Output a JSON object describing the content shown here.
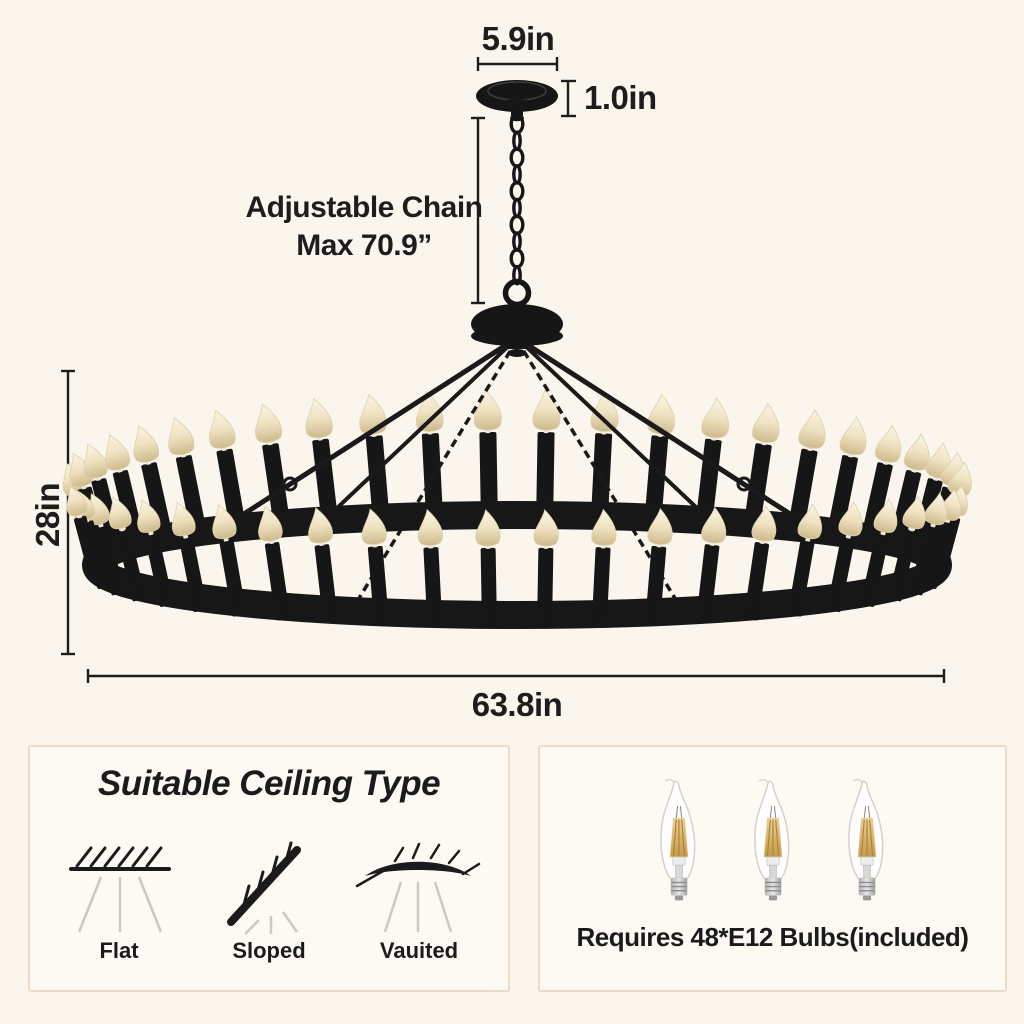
{
  "colors": {
    "background": "#fbf6ed",
    "panel_fill": "#fdfaf3",
    "panel_border": "#eddbc9",
    "metal_black": "#161616",
    "ring_black": "#171717",
    "dim_line": "#1d1d1d",
    "text": "#1b1b1b",
    "bulb_warm_light": "#f0e3c2",
    "ray_gray": "#cdc9c1",
    "filament_gold": "#d9b469",
    "bulb_base_silver": "#b9b9b9"
  },
  "dimensions": {
    "canopy_width": "5.9in",
    "canopy_height": "1.0in",
    "chain_label_line1": "Adjustable Chain",
    "chain_label_line2": "Max 70.9”",
    "fixture_height": "28in",
    "fixture_diameter": "63.8in"
  },
  "chandelier": {
    "style": "wagon-wheel-candle-chandelier",
    "total_bulbs": 48,
    "back_candle_count": 24,
    "front_candle_count": 24,
    "metal_color": "#161616"
  },
  "ceiling_box": {
    "title": "Suitable Ceiling Type",
    "types": [
      {
        "label": "Flat",
        "icon": "flat-ceiling-icon"
      },
      {
        "label": "Sloped",
        "icon": "sloped-ceiling-icon"
      },
      {
        "label": "Vauited",
        "icon": "vaulted-ceiling-icon"
      }
    ]
  },
  "bulb_box": {
    "text": "Requires 48*E12 Bulbs(included)",
    "bulb_icon": "e12-bulb-icon",
    "bulb_icons_shown": 3
  }
}
